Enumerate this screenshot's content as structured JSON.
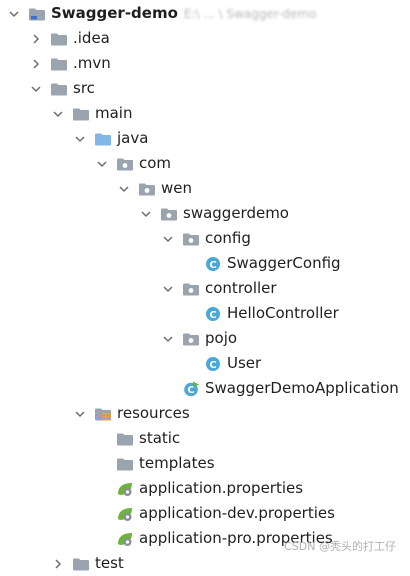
{
  "project": {
    "name": "Swagger-demo",
    "path": "E:\\ ... \\ Swagger-demo"
  },
  "tree": [
    {
      "label": "Swagger-demo",
      "name": "project-root",
      "depth": 0,
      "expanded": true,
      "chevron": true,
      "icon": "module-folder-icon",
      "bold": true
    },
    {
      "label": ".idea",
      "name": "folder-idea",
      "depth": 1,
      "expanded": false,
      "chevron": true,
      "icon": "folder-icon"
    },
    {
      "label": ".mvn",
      "name": "folder-mvn",
      "depth": 1,
      "expanded": false,
      "chevron": true,
      "icon": "folder-icon"
    },
    {
      "label": "src",
      "name": "folder-src",
      "depth": 1,
      "expanded": true,
      "chevron": true,
      "icon": "folder-icon"
    },
    {
      "label": "main",
      "name": "folder-main",
      "depth": 2,
      "expanded": true,
      "chevron": true,
      "icon": "folder-icon"
    },
    {
      "label": "java",
      "name": "folder-java",
      "depth": 3,
      "expanded": true,
      "chevron": true,
      "icon": "source-folder-icon"
    },
    {
      "label": "com",
      "name": "package-com",
      "depth": 4,
      "expanded": true,
      "chevron": true,
      "icon": "package-icon"
    },
    {
      "label": "wen",
      "name": "package-wen",
      "depth": 5,
      "expanded": true,
      "chevron": true,
      "icon": "package-icon"
    },
    {
      "label": "swaggerdemo",
      "name": "package-swaggerdemo",
      "depth": 6,
      "expanded": true,
      "chevron": true,
      "icon": "package-icon"
    },
    {
      "label": "config",
      "name": "package-config",
      "depth": 7,
      "expanded": true,
      "chevron": true,
      "icon": "package-icon"
    },
    {
      "label": "SwaggerConfig",
      "name": "class-swaggerconfig",
      "depth": 8,
      "expanded": false,
      "chevron": false,
      "icon": "java-class-icon"
    },
    {
      "label": "controller",
      "name": "package-controller",
      "depth": 7,
      "expanded": true,
      "chevron": true,
      "icon": "package-icon"
    },
    {
      "label": "HelloController",
      "name": "class-hellocontroller",
      "depth": 8,
      "expanded": false,
      "chevron": false,
      "icon": "java-class-icon"
    },
    {
      "label": "pojo",
      "name": "package-pojo",
      "depth": 7,
      "expanded": true,
      "chevron": true,
      "icon": "package-icon"
    },
    {
      "label": "User",
      "name": "class-user",
      "depth": 8,
      "expanded": false,
      "chevron": false,
      "icon": "java-class-icon"
    },
    {
      "label": "SwaggerDemoApplication",
      "name": "class-swaggerdemoapplication",
      "depth": 7,
      "expanded": false,
      "chevron": false,
      "icon": "spring-boot-class-icon"
    },
    {
      "label": "resources",
      "name": "folder-resources",
      "depth": 3,
      "expanded": true,
      "chevron": true,
      "icon": "resources-folder-icon"
    },
    {
      "label": "static",
      "name": "folder-static",
      "depth": 4,
      "expanded": false,
      "chevron": false,
      "icon": "folder-icon"
    },
    {
      "label": "templates",
      "name": "folder-templates",
      "depth": 4,
      "expanded": false,
      "chevron": false,
      "icon": "folder-icon"
    },
    {
      "label": "application.properties",
      "name": "file-application-properties",
      "depth": 4,
      "expanded": false,
      "chevron": false,
      "icon": "spring-properties-icon"
    },
    {
      "label": "application-dev.properties",
      "name": "file-application-dev-properties",
      "depth": 4,
      "expanded": false,
      "chevron": false,
      "icon": "spring-properties-icon"
    },
    {
      "label": "application-pro.properties",
      "name": "file-application-pro-properties",
      "depth": 4,
      "expanded": false,
      "chevron": false,
      "icon": "spring-properties-icon"
    },
    {
      "label": "test",
      "name": "folder-test",
      "depth": 2,
      "expanded": false,
      "chevron": true,
      "icon": "folder-icon"
    }
  ],
  "watermark": "CSDN @秃头的打工仔",
  "colors": {
    "folder": "#9aa4ae",
    "source_folder": "#7fb7e6",
    "class_badge": "#4aa8d8",
    "spring": "#6db33f",
    "resources_stripes": "#e8a33d"
  }
}
